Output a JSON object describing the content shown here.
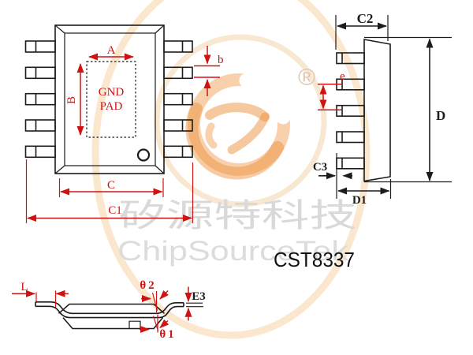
{
  "figure": {
    "part_number": "CST8337",
    "leads_per_side": 5
  },
  "watermark": {
    "cn_text": "矽源特科技",
    "en_text": "ChipSourceTek",
    "registered_mark": "®"
  },
  "labels": {
    "top": {
      "A": "A",
      "B": "B",
      "b": "b",
      "C": "C",
      "C1": "C1",
      "gnd": "GND",
      "pad": "PAD"
    },
    "side": {
      "C2": "C2",
      "C3": "C3",
      "D": "D",
      "D1": "D1",
      "e": "e"
    },
    "front": {
      "L": "L",
      "theta2": "θ2",
      "theta1": "θ1",
      "E3": "E3"
    }
  },
  "colors": {
    "dimension_red": "#cf1312",
    "drawing_black": "#1c1c1c",
    "watermark_gray": "#d9d9d9",
    "logo_orange": "#ef9b4e",
    "part_number_black": "#111111"
  }
}
